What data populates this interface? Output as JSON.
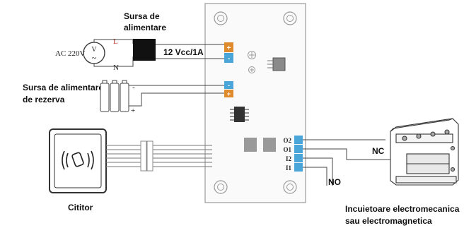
{
  "labels": {
    "power_supply": [
      "Sursa de",
      "alimentare"
    ],
    "ac_voltage": "AC 220V",
    "line_l": "L",
    "line_n": "N",
    "dc_output": "12 Vcc/1A",
    "backup_supply": [
      "Sursa de alimentare",
      "de rezerva"
    ],
    "battery_minus": "-",
    "battery_plus": "+",
    "reader": "Cititor",
    "nc": "NC",
    "no": "NO",
    "lock": [
      "Incuietoare electromecanica",
      "sau electromagnetica"
    ],
    "terminals": [
      "O2",
      "O1",
      "I2",
      "I1"
    ],
    "plus_sign": "+",
    "minus_sign": "-",
    "voltmeter_v": "V",
    "voltmeter_tilde": "~"
  },
  "colors": {
    "terminal_orange": "#e08a2e",
    "terminal_blue": "#4aa6d8",
    "board_outline": "#999999",
    "wire": "#444444",
    "phase_red": "#c0392b"
  }
}
